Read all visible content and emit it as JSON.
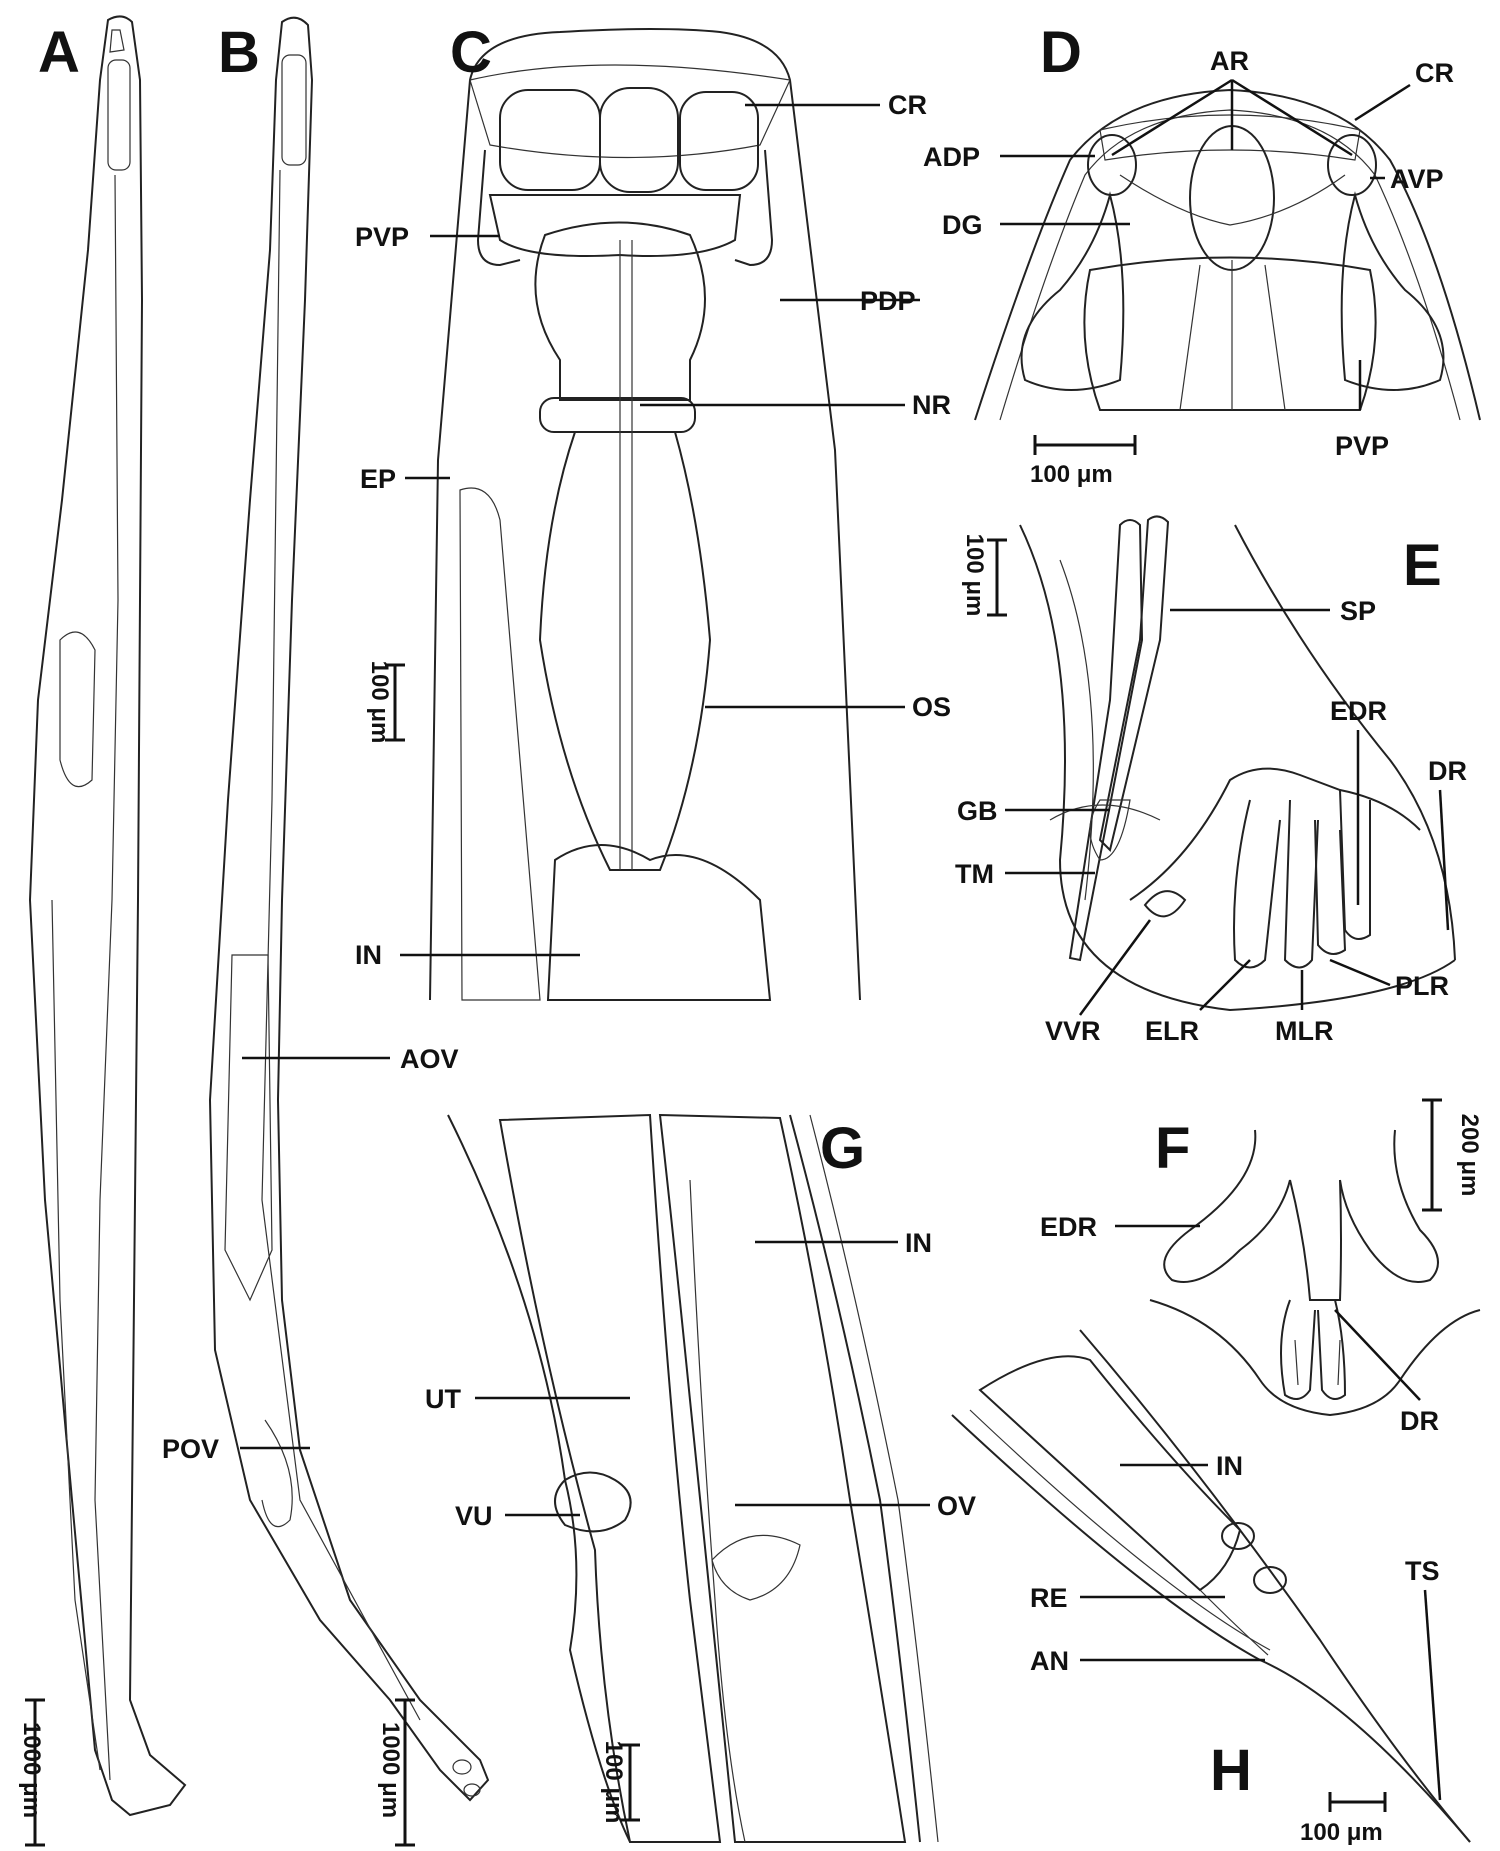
{
  "panels": {
    "A": "A",
    "B": "B",
    "C": "C",
    "D": "D",
    "E": "E",
    "F": "F",
    "G": "G",
    "H": "H"
  },
  "labels": {
    "cr_c": "CR",
    "pvp_c": "PVP",
    "pdp_c": "PDP",
    "nr": "NR",
    "ep": "EP",
    "os": "OS",
    "in_c": "IN",
    "aov": "AOV",
    "pov": "POV",
    "ar": "AR",
    "cr_d": "CR",
    "adp": "ADP",
    "avp": "AVP",
    "dg": "DG",
    "pvp_d": "PVP",
    "sp": "SP",
    "edr_e": "EDR",
    "dr_e": "DR",
    "gb": "GB",
    "tm": "TM",
    "vvr": "VVR",
    "elr": "ELR",
    "mlr": "MLR",
    "plr": "PLR",
    "edr_f": "EDR",
    "dr_f": "DR",
    "in_g": "IN",
    "ut": "UT",
    "ov": "OV",
    "vu": "VU",
    "in_h": "IN",
    "re": "RE",
    "an": "AN",
    "ts": "TS"
  },
  "scale_bars": {
    "a": "1000 μm",
    "b": "1000 μm",
    "c": "100 μm",
    "d": "100 μm",
    "e": "100 μm",
    "f": "200 μm",
    "g": "100 μm",
    "h": "100 μm"
  }
}
